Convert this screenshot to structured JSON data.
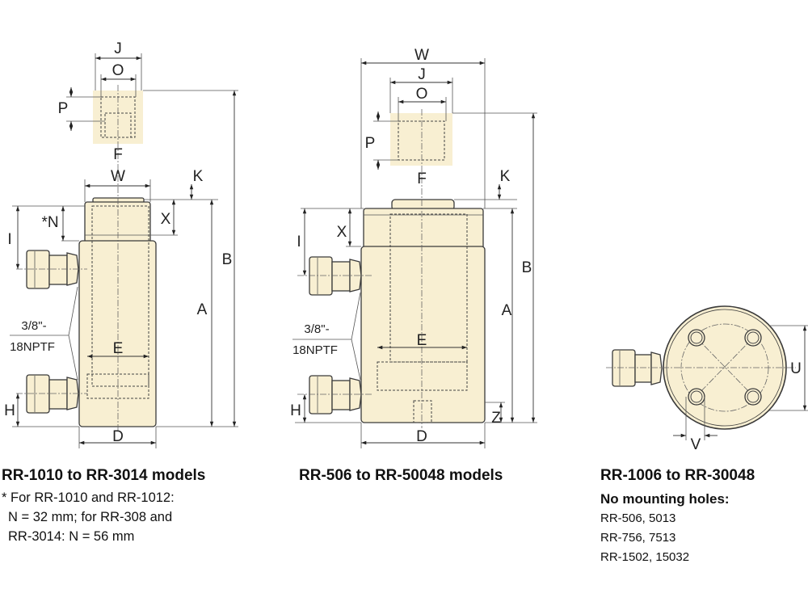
{
  "figures": {
    "left": {
      "title": "RR-1010 to RR-3014 models",
      "note_lines": [
        "* For RR-1010 and RR-1012:",
        "N = 32 mm; for RR-308 and",
        "RR-3014: N = 56 mm"
      ],
      "labels": {
        "J": "J",
        "O": "O",
        "P": "P",
        "F": "F",
        "W": "W",
        "K": "K",
        "X": "X",
        "N": "*N",
        "I": "I",
        "B": "B",
        "A": "A",
        "E": "E",
        "D": "D",
        "H": "H",
        "thread_1": "3/8\"-",
        "thread_2": "18NPTF"
      }
    },
    "middle": {
      "title": "RR-506 to RR-50048 models",
      "labels": {
        "W": "W",
        "J": "J",
        "O": "O",
        "P": "P",
        "F": "F",
        "K": "K",
        "X": "X",
        "I": "I",
        "B": "B",
        "A": "A",
        "E": "E",
        "D": "D",
        "H": "H",
        "Z": "Z",
        "thread_1": "3/8\"-",
        "thread_2": "18NPTF"
      }
    },
    "right": {
      "title": "RR-1006 to RR-30048",
      "subtitle": "No mounting holes:",
      "list": [
        "RR-506, 5013",
        "RR-756, 7513",
        "RR-1502, 15032"
      ],
      "labels": {
        "U": "U",
        "V": "V"
      }
    }
  },
  "colors": {
    "fill": "#f8efd2",
    "stroke": "#3a3a3a"
  }
}
